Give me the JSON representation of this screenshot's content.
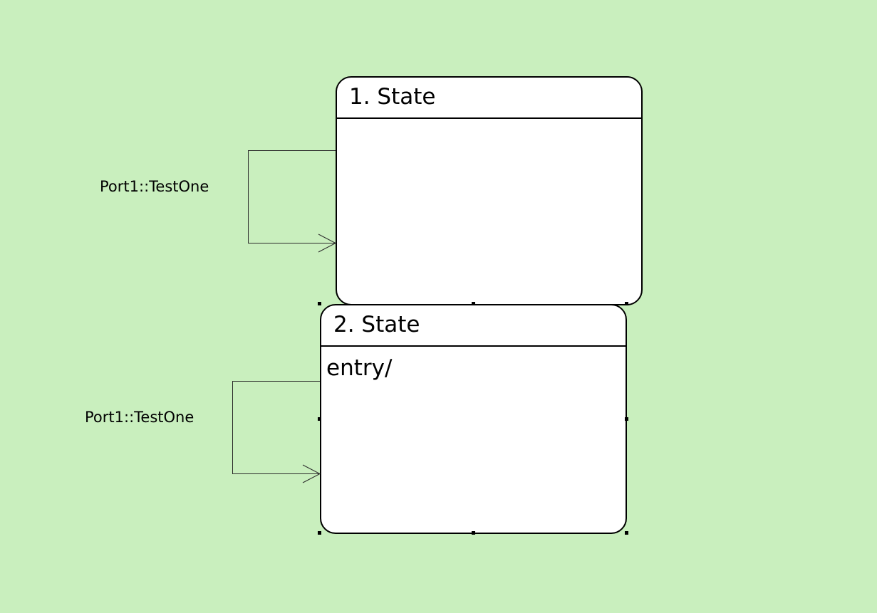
{
  "diagram": {
    "background_color": "#c9efbe",
    "states": [
      {
        "title": "1. State",
        "entry": ""
      },
      {
        "title": "2. State",
        "entry": "entry/"
      }
    ],
    "transitions": [
      {
        "label": "Port1::TestOne",
        "from": "1. State",
        "to": "1. State"
      },
      {
        "label": "Port1::TestOne",
        "from": "2. State",
        "to": "2. State"
      }
    ],
    "selected_state": "2. State"
  }
}
